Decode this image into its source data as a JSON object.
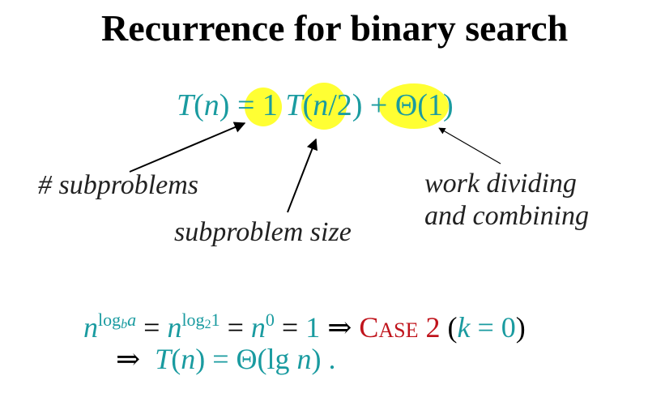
{
  "title": "Recurrence for binary search",
  "equation": {
    "lhs": "T",
    "lhs_arg": "n",
    "eq": "=",
    "coef": "1",
    "call": "T",
    "call_arg_n": "n",
    "call_arg_rest": "/2",
    "plus": "+",
    "theta": "Θ(1)"
  },
  "labels": {
    "subproblems": "# subproblems",
    "size": "subproblem size",
    "work_line1": "work dividing",
    "work_line2": "and combining"
  },
  "formula1": {
    "n1": "n",
    "exp1a": "log",
    "exp1b": "b",
    "exp1c": "a",
    "eq1": "=",
    "n2": "n",
    "exp2a": "log",
    "exp2b": "2",
    "exp2c": "1",
    "eq2": "=",
    "n3": "n",
    "exp3": "0",
    "eq3": "=",
    "one": "1",
    "implies": "⇒",
    "case_c": "C",
    "case_rest": "ASE",
    "case_num": "2",
    "paren_open": "(",
    "k": "k",
    "k_eq": "= 0",
    "paren_close": ")"
  },
  "formula2": {
    "implies": "⇒",
    "T": "T",
    "n": "n",
    "eq": "=",
    "theta_open": "Θ(lg",
    "n2": "n",
    "close": ") ."
  },
  "colors": {
    "teal": "#1a9ba0",
    "highlight": "#ffff33",
    "red": "#c0141c"
  }
}
